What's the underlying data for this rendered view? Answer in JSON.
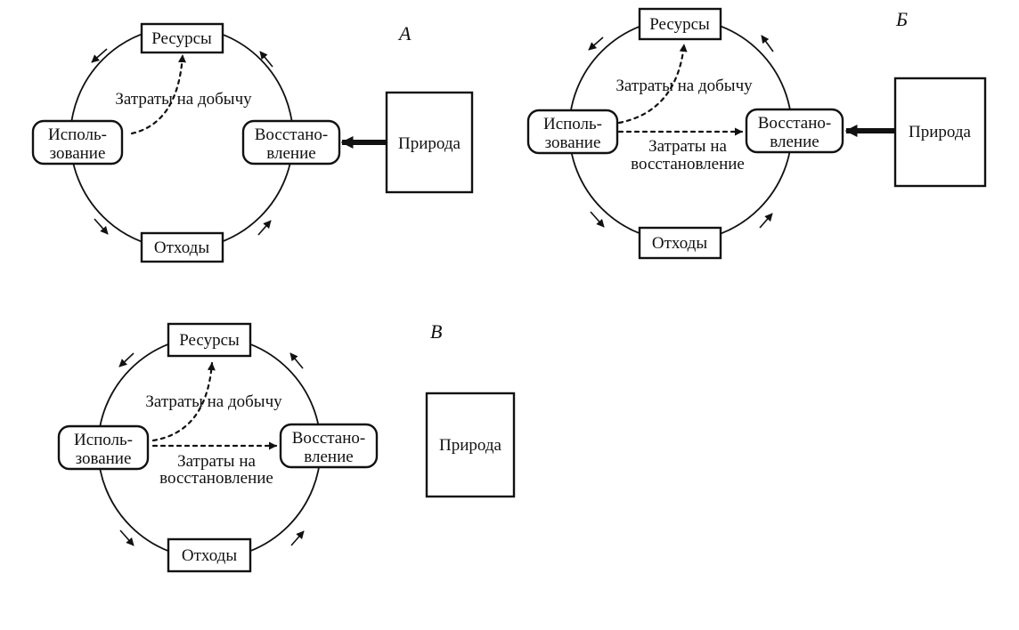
{
  "panels": [
    {
      "letter": "А",
      "resources": "Ресурсы",
      "use_line1": "Исполь-",
      "use_line2": "зование",
      "restore_line1": "Восстано-",
      "restore_line2": "вление",
      "waste": "Отходы",
      "nature": "Природа",
      "extraction_cost": "Затраты на добычу"
    },
    {
      "letter": "Б",
      "resources": "Ресурсы",
      "use_line1": "Исполь-",
      "use_line2": "зование",
      "restore_line1": "Восстано-",
      "restore_line2": "вление",
      "waste": "Отходы",
      "nature": "Природа",
      "extraction_cost": "Затраты на добычу",
      "restoration_cost_line1": "Затраты на",
      "restoration_cost_line2": "восстановление"
    },
    {
      "letter": "В",
      "resources": "Ресурсы",
      "use_line1": "Исполь-",
      "use_line2": "зование",
      "restore_line1": "Восстано-",
      "restore_line2": "вление",
      "waste": "Отходы",
      "nature": "Природа",
      "extraction_cost": "Затраты на добычу",
      "restoration_cost_line1": "Затраты на",
      "restoration_cost_line2": "восстановление"
    }
  ]
}
